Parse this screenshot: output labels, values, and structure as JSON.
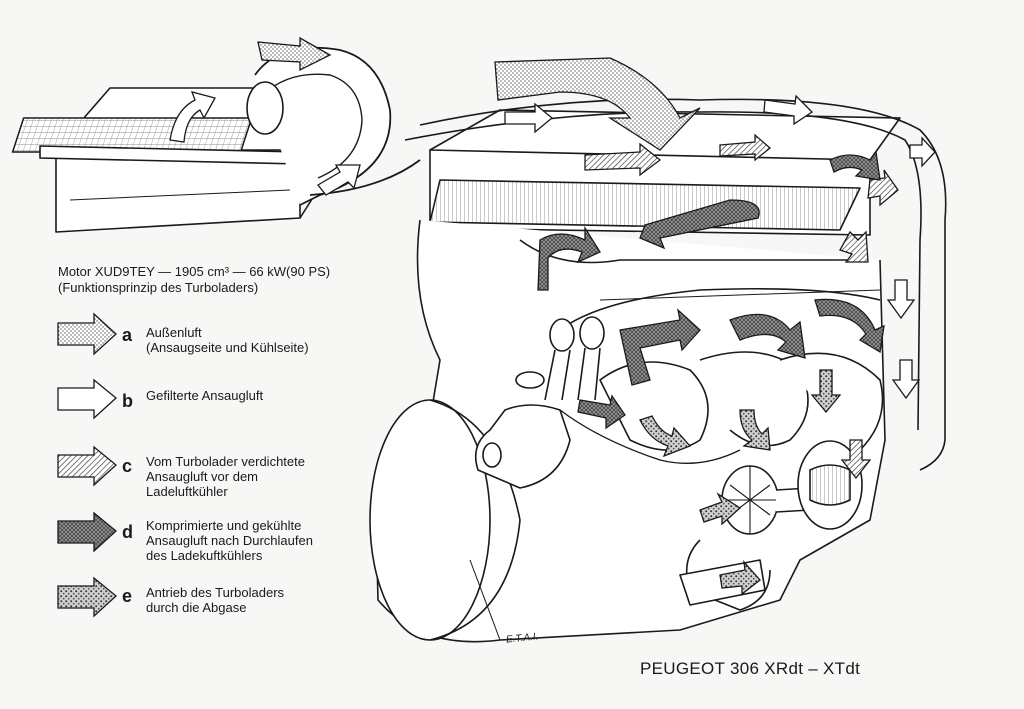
{
  "caption": {
    "line1": "Motor XUD9TEY — 1905 cm³ — 66 kW(90 PS)",
    "line2": "(Funktionsprinzip des Turboladers)"
  },
  "legend": [
    {
      "letter": "a",
      "lines": [
        "Außenluft",
        "(Ansaugseite und Kühlseite)"
      ],
      "pattern": "fine-dots"
    },
    {
      "letter": "b",
      "lines": [
        "Gefilterte Ansaugluft"
      ],
      "pattern": "blank"
    },
    {
      "letter": "c",
      "lines": [
        "Vom Turbolader verdichtete",
        "Ansaugluft vor dem",
        "Ladeluftkühler"
      ],
      "pattern": "hatch"
    },
    {
      "letter": "d",
      "lines": [
        "Komprimierte und gekühlte",
        "Ansaugluft nach Durchlaufen",
        "des Ladekuftkühlers"
      ],
      "pattern": "cross-hatch"
    },
    {
      "letter": "e",
      "lines": [
        "Antrieb des Turboladers",
        "durch die Abgase"
      ],
      "pattern": "coarse-dots"
    }
  ],
  "signature": "E.T.A.I.",
  "model": "PEUGEOT 306 XRdt  –  XTdt"
}
